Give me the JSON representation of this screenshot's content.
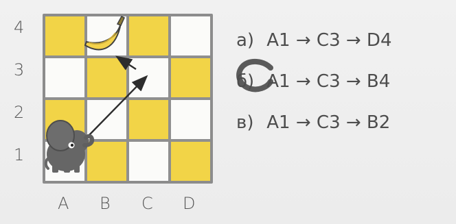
{
  "grid": {
    "columns": [
      "A",
      "B",
      "C",
      "D"
    ],
    "rows": [
      "4",
      "3",
      "2",
      "1"
    ],
    "cells": [
      [
        "yellow",
        "white",
        "yellow",
        "white"
      ],
      [
        "white",
        "yellow",
        "white",
        "yellow"
      ],
      [
        "yellow",
        "white",
        "yellow",
        "white"
      ],
      [
        "white",
        "yellow",
        "white",
        "yellow"
      ]
    ]
  },
  "options": [
    {
      "label": "а)",
      "path": "A1 → C3 → D4"
    },
    {
      "label": "б)",
      "path": "A1 → C3 → B4"
    },
    {
      "label": "в)",
      "path": "A1 → C3 → B2"
    }
  ],
  "selected_option": "б)",
  "colors": {
    "yellow": "#f2d447",
    "white": "#fbfbf9",
    "grid": "#8f8f8f",
    "text": "#4d4d4d",
    "arrow": "#2d2d2d",
    "circle": "#5b5b5b",
    "elephant": "#666666",
    "banana": "#f3d24c"
  },
  "icons": {
    "elephant": "elephant-icon",
    "banana": "banana-icon",
    "arrow": "arrow-icon"
  }
}
